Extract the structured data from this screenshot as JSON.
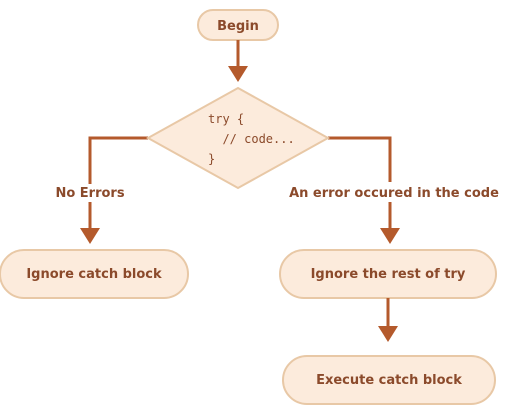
{
  "nodes": {
    "begin": "Begin",
    "try_code": [
      "try {",
      "  // code...",
      "}"
    ],
    "ignore_catch": "Ignore catch block",
    "ignore_rest": "Ignore the rest of try",
    "execute_catch": "Execute catch block"
  },
  "edges": {
    "no_errors": "No Errors",
    "error_occurred": "An error occured in the code"
  },
  "colors": {
    "node_fill": "#fcebdc",
    "node_stroke": "#e8c8a6",
    "arrow": "#b45a2c",
    "text": "#8b4a2b"
  }
}
